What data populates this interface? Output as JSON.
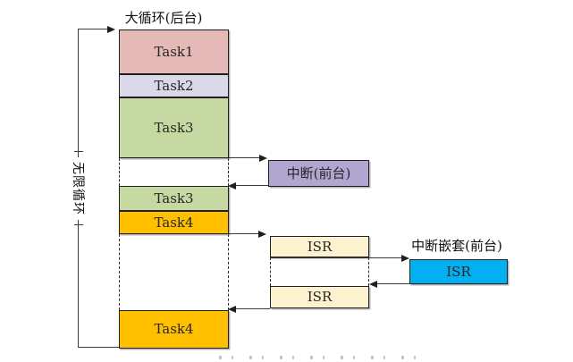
{
  "diagram": {
    "title": "大循环(后台)",
    "infinite_loop_label": "无限循环",
    "nested_interrupt_label": "中断嵌套(前台)",
    "blocks": {
      "task1": "Task1",
      "task2": "Task2",
      "task3_first": "Task3",
      "task3_second": "Task3",
      "task4_first": "Task4",
      "task4_second": "Task4",
      "interrupt": "中断(前台)",
      "isr_first": "ISR",
      "isr_second": "ISR",
      "isr_nested": "ISR"
    },
    "colors": {
      "task1_fill": "#e5b9b5",
      "task2_fill": "#dbd8e9",
      "task3_fill": "#c7d9a2",
      "task4_fill": "#ffc000",
      "interrupt_fill": "#b1a6d0",
      "isr_fill": "#fdf2cf",
      "isr_nested_fill": "#00b0f0",
      "line_color": "#3a3a3a"
    }
  }
}
